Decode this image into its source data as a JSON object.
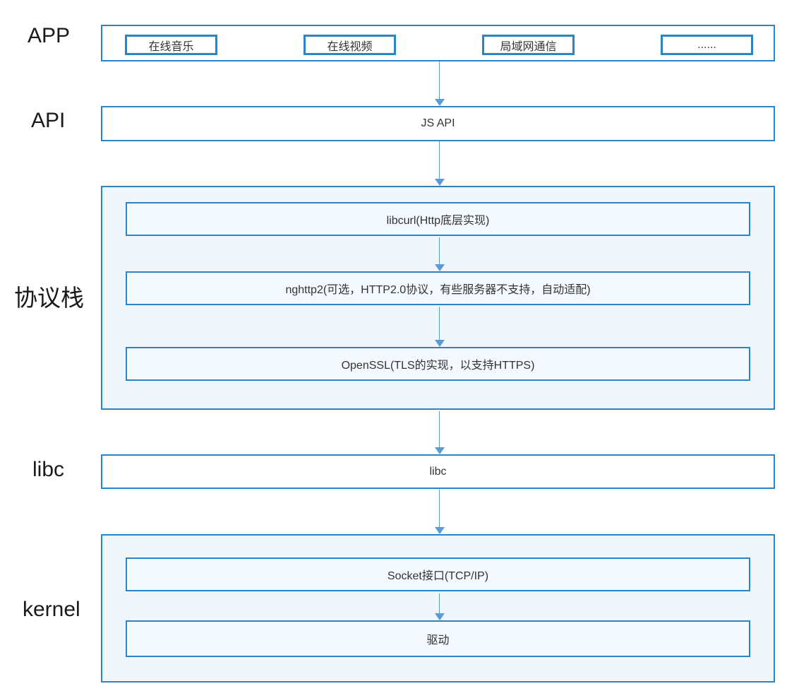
{
  "layers": {
    "app": {
      "label": "APP",
      "items": [
        "在线音乐",
        "在线视频",
        "局域网通信",
        "......"
      ]
    },
    "api": {
      "label": "API",
      "box": "JS API"
    },
    "protocol": {
      "label": "协议栈",
      "boxes": [
        "libcurl(Http底层实现)",
        "nghttp2(可选，HTTP2.0协议，有些服务器不支持，自动适配)",
        "OpenSSL(TLS的实现，以支持HTTPS)"
      ]
    },
    "libc": {
      "label": "libc",
      "box": "libc"
    },
    "kernel": {
      "label": "kernel",
      "boxes": [
        "Socket接口(TCP/IP)",
        "驱动"
      ]
    }
  },
  "colors": {
    "border": "#2A85C8",
    "arrow": "#5B9BD5",
    "container-fill": "#EFF6FC",
    "inner-fill": "#F3F9FE",
    "box-fill": "#FFFFFF",
    "text": "#333333",
    "label-text": "#1A1A1A",
    "background": "#FFFFFF"
  }
}
